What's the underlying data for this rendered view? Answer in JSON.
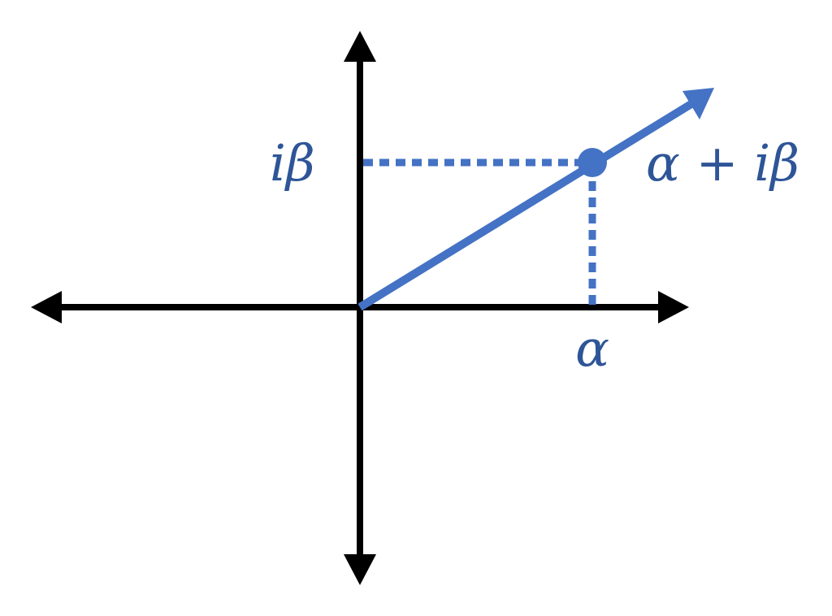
{
  "colors": {
    "axes": "#000000",
    "vector": "#4472C4",
    "label": "#2E5597",
    "background": "#ffffff"
  },
  "labels": {
    "imaginary_part": "iβ",
    "real_part": "α",
    "point": "α + iβ"
  },
  "point": {
    "real": "α",
    "imaginary": "β"
  }
}
